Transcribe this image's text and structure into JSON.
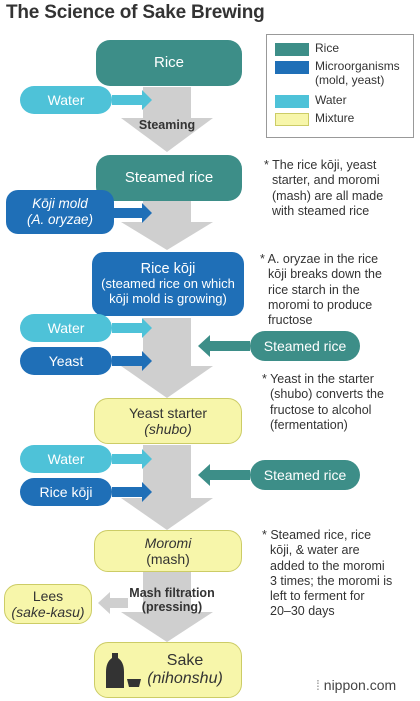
{
  "title": "The Science of Sake Brewing",
  "legend": [
    {
      "label": "Rice",
      "color": "#3d8e88"
    },
    {
      "label": "Microorganisms (mold, yeast)",
      "color": "#1f6fb7"
    },
    {
      "label": "Water",
      "color": "#4ec2d8"
    },
    {
      "label": "Mixture",
      "color": "#f7f6aa"
    }
  ],
  "nodes": {
    "rice": "Rice",
    "water1": "Water",
    "steaming": "Steaming",
    "steamed_rice": "Steamed rice",
    "koji_mold_1": "Kōji mold",
    "koji_mold_2": "(A. oryzae)",
    "rice_koji_1": "Rice kōji",
    "rice_koji_2": "(steamed rice on which",
    "rice_koji_3": "kōji mold is growing)",
    "water2": "Water",
    "yeast": "Yeast",
    "steamed_rice_side1": "Steamed rice",
    "yeast_starter_1": "Yeast starter",
    "yeast_starter_2": "(shubo)",
    "water3": "Water",
    "rice_koji_small": "Rice kōji",
    "steamed_rice_side2": "Steamed rice",
    "moromi_1": "Moromi",
    "moromi_2": "(mash)",
    "filtration_1": "Mash filtration",
    "filtration_2": "(pressing)",
    "lees_1": "Lees",
    "lees_2": "(sake-kasu)",
    "sake_1": "Sake",
    "sake_2": "(nihonshu)"
  },
  "notes": {
    "n1": [
      "* The rice kōji, yeast",
      "starter, and moromi",
      "(mash) are all made",
      "with steamed rice"
    ],
    "n2": [
      "* A. oryzae in the rice",
      "kōji  breaks down the",
      "rice starch in the",
      "moromi to produce",
      "fructose"
    ],
    "n3": [
      "* Yeast in the starter",
      "(shubo) converts the",
      "fructose to alcohol",
      "(fermentation)"
    ],
    "n4": [
      "* Steamed rice, rice",
      "kōji, & water are",
      "added to the moromi",
      "3 times; the moromi is",
      "left to ferment for",
      "20–30 days"
    ]
  },
  "brand": "nippon.com"
}
